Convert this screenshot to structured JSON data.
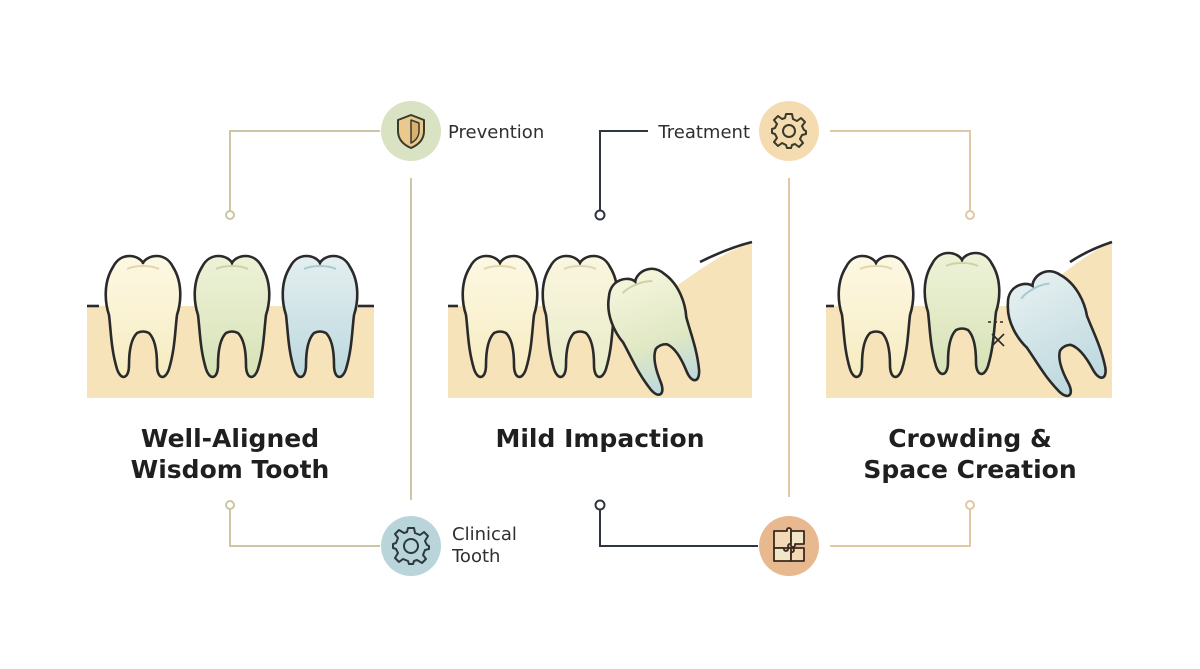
{
  "nodes": {
    "prevention": {
      "label": "Prevention",
      "icon": "shield-icon",
      "color": "#d9e2c2"
    },
    "treatment": {
      "label": "Treatment",
      "icon": "gear-icon",
      "color": "#f5dcb0"
    },
    "clinical": {
      "label_line1": "Clinical",
      "label_line2": "Tooth",
      "icon": "gear-icon",
      "color": "#b9d5da"
    },
    "puzzle": {
      "icon": "puzzle-icon",
      "color": "#e8b88f"
    }
  },
  "panels": [
    {
      "title_line1": "Well-Aligned",
      "title_line2": "Wisdom Tooth"
    },
    {
      "title_line1": "Mild Impaction",
      "title_line2": ""
    },
    {
      "title_line1": "Crowding &",
      "title_line2": "Space Creation"
    }
  ],
  "colors": {
    "gum": "#f6e3b9",
    "tooth_cream": "#fbf4d4",
    "tooth_green": "#dfe8c4",
    "tooth_blue": "#cfe3e8",
    "outline": "#2a2a2a"
  }
}
